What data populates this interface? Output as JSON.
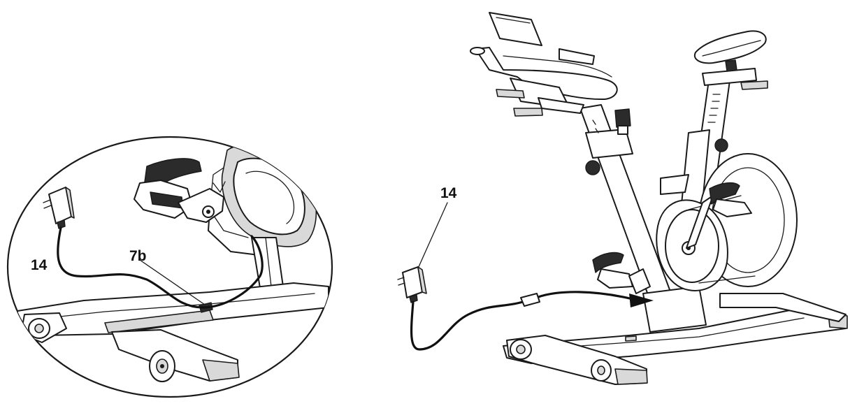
{
  "callouts": {
    "detail_adapter": "14",
    "detail_port": "7b",
    "main_adapter": "14"
  }
}
